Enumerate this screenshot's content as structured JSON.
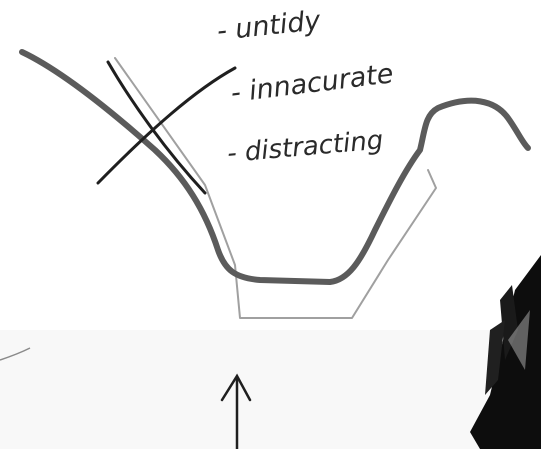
{
  "sketch": {
    "notes": [
      "- untidy",
      "- innacurate",
      "- distracting"
    ]
  },
  "colors": {
    "paper": "#ffffff",
    "ink": "#1f1f1f",
    "marker_gray": "#5b5b5b",
    "light_outline": "#9a9a9a",
    "dark_object": "#0d0d0d"
  },
  "icons": {
    "cross": "x-mark-icon",
    "arrow": "up-arrow-icon"
  }
}
